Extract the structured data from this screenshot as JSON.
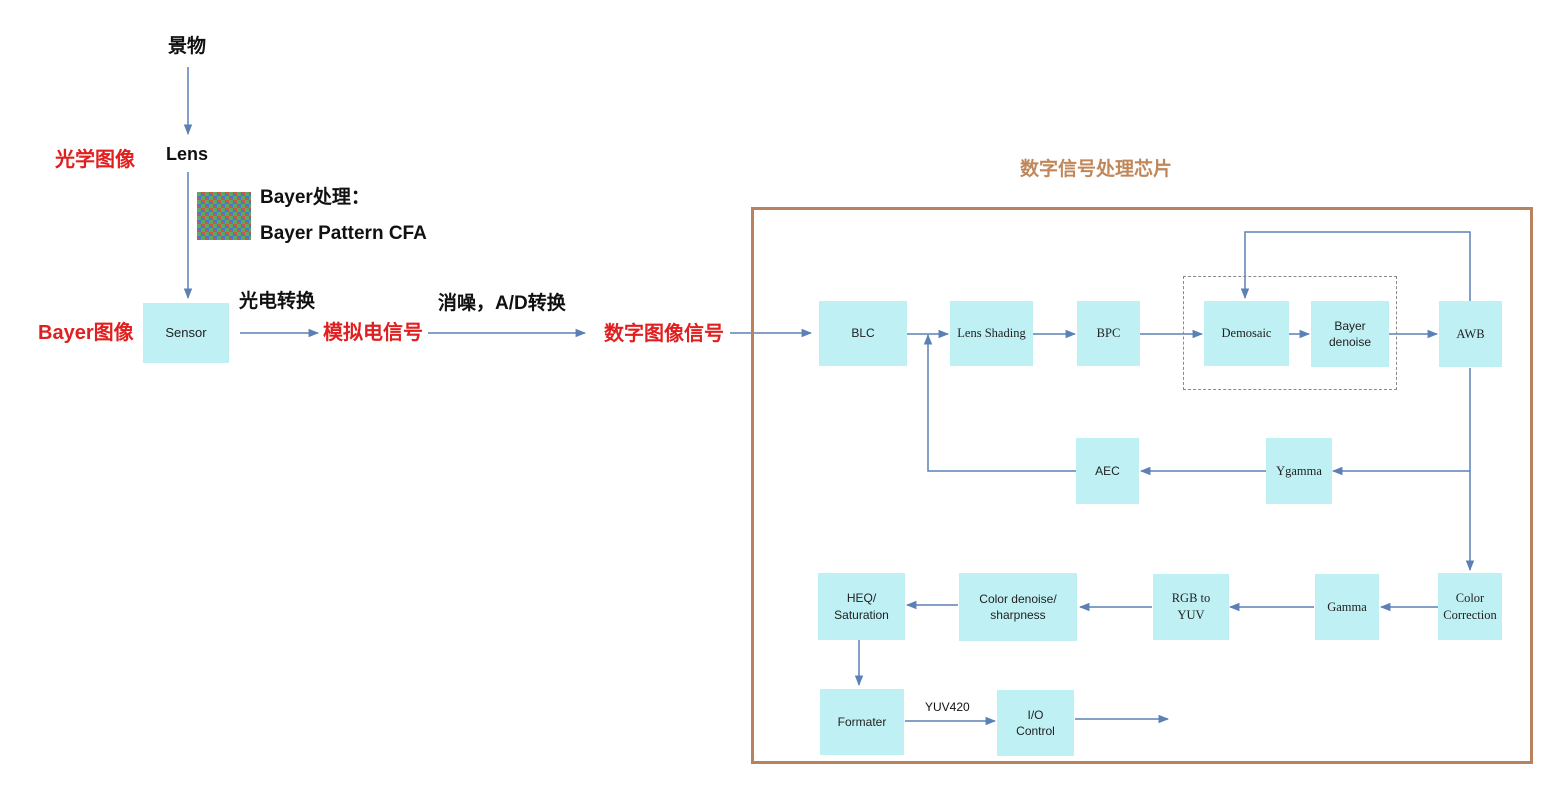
{
  "labels": {
    "scene": "景物",
    "lens": "Lens",
    "optical_image": "光学图像",
    "bayer_proc": "Bayer处理：",
    "bayer_pattern": "Bayer Pattern CFA",
    "bayer_image": "Bayer图像",
    "photoelectric": "光电转换",
    "analog_signal": "模拟电信号",
    "denoise_ad": "消噪，A/D转换",
    "digital_image_signal": "数字图像信号",
    "dsp_title": "数字信号处理芯片",
    "yuv420": "YUV420"
  },
  "boxes": {
    "sensor": "Sensor",
    "blc": "BLC",
    "lens_shading": "Lens Shading",
    "bpc": "BPC",
    "demosaic": "Demosaic",
    "bayer_denoise": "Bayer\ndenoise",
    "awb": "AWB",
    "aec": "AEC",
    "ygamma": "Ygamma",
    "color_correction": "Color\nCorrection",
    "gamma": "Gamma",
    "rgb_to_yuv": "RGB to\nYUV",
    "color_denoise": "Color denoise/\nsharpness",
    "heq": "HEQ/\nSaturation",
    "formater": "Formater",
    "io_control": "I/O\nControl"
  },
  "colors": {
    "box_fill": "#bff0f4",
    "arrow": "#5b80b5",
    "frame": "#b9825f",
    "red_label": "#e02020",
    "title": "#c0875a"
  }
}
